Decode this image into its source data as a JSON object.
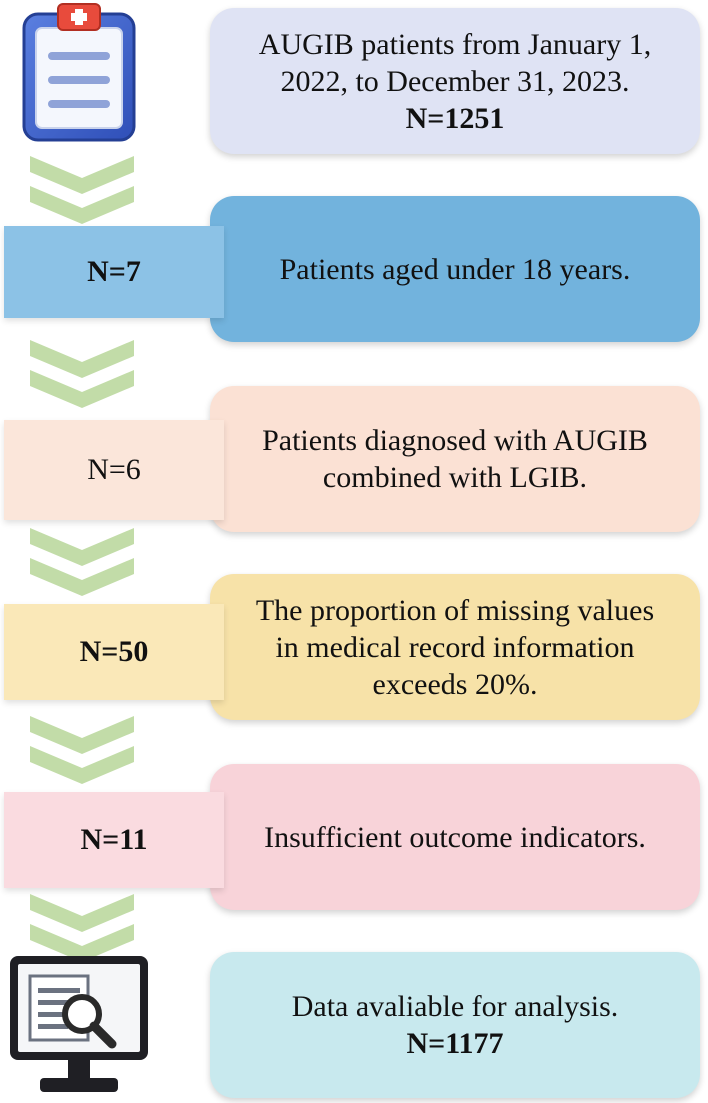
{
  "colors": {
    "chevron": "#c2dca8",
    "chevron_edge": "#a8c98b",
    "step1_box": "#dfe3f4",
    "step2_box": "#72b3dd",
    "step2_tab": "#8cc2e6",
    "step3_box": "#fbe1d4",
    "step3_tab": "#fbe6da",
    "step4_box": "#f7e2a8",
    "step4_tab": "#fae8b8",
    "step5_box": "#f8d3d9",
    "step5_tab": "#fadbe0",
    "step6_box": "#c8e9ee"
  },
  "steps": {
    "source": {
      "icon": "clipboard-medical-icon",
      "line1": "AUGIB patients from January 1,",
      "line2": "2022, to December 31, 2023.",
      "count": "N=1251"
    },
    "excl_age": {
      "count": "N=7",
      "text": "Patients aged under 18 years."
    },
    "excl_lgib": {
      "count": "N=6",
      "line1": "Patients diagnosed with AUGIB",
      "line2": "combined with LGIB."
    },
    "excl_missing": {
      "count": "N=50",
      "line1": "The proportion of missing values",
      "line2": "in medical record information",
      "line3": "exceeds 20%."
    },
    "excl_outcome": {
      "count": "N=11",
      "text": "Insufficient outcome indicators."
    },
    "final": {
      "icon": "monitor-search-icon",
      "line1": "Data avaliable for analysis.",
      "count": "N=1177"
    }
  }
}
